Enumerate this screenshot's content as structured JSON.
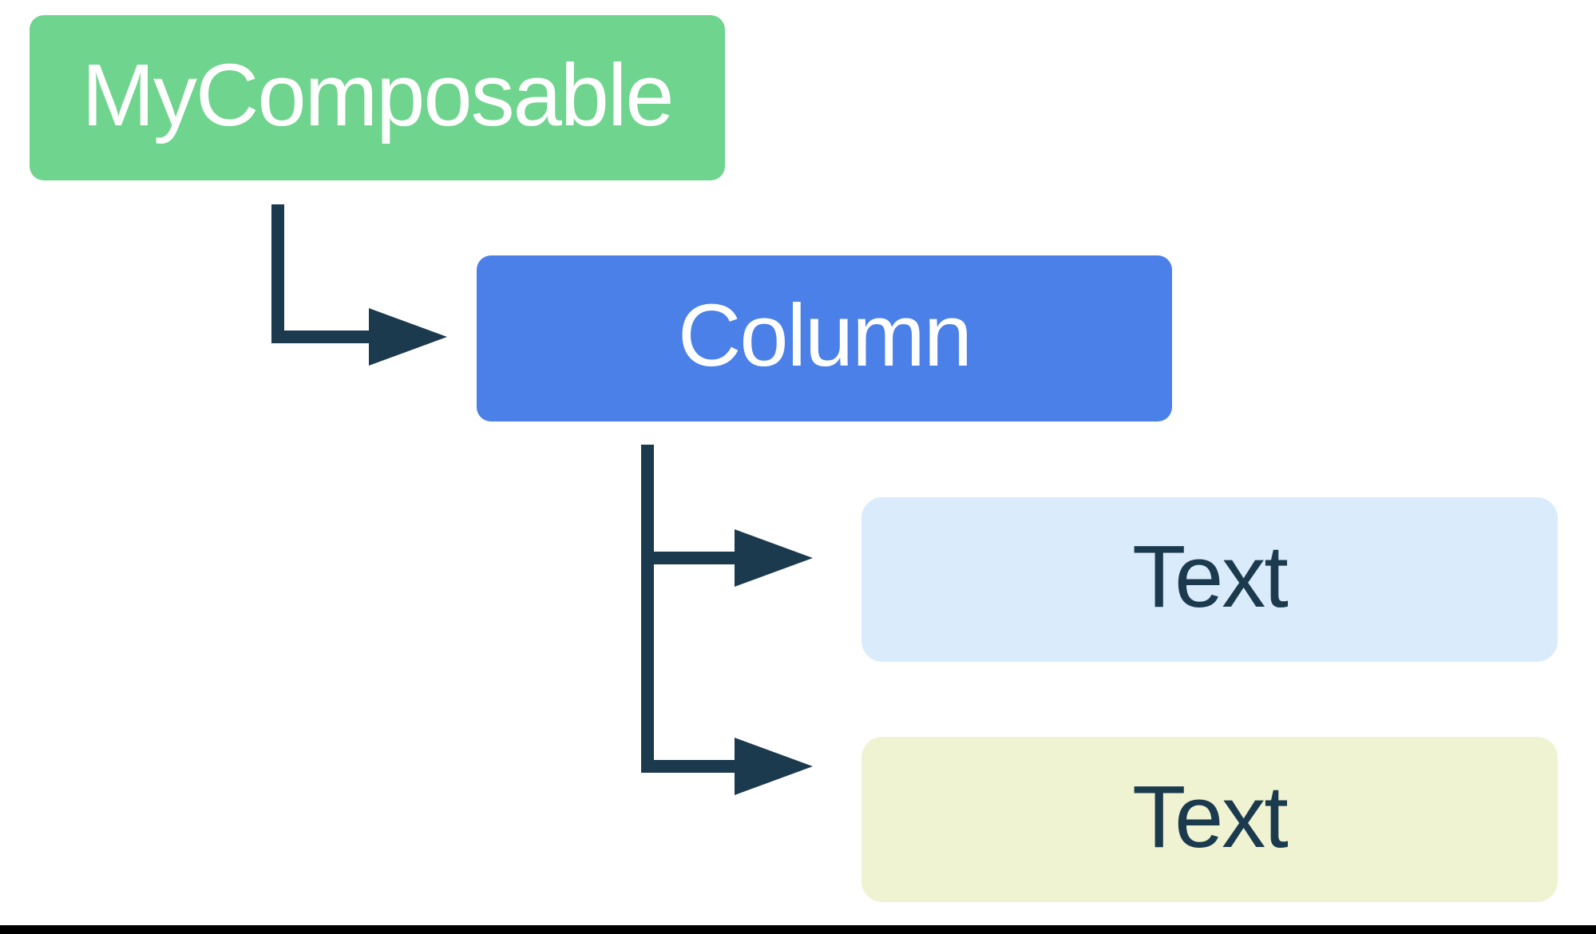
{
  "diagram": {
    "title": "composable-hierarchy-tree",
    "nodes": [
      {
        "id": "my-composable",
        "label": "MyComposable",
        "bg": "#6FD48D",
        "text_color": "#FFFFFF"
      },
      {
        "id": "column",
        "label": "Column",
        "bg": "#4A80E8",
        "text_color": "#FFFFFF"
      },
      {
        "id": "text-1",
        "label": "Text",
        "bg": "#DAEBFC",
        "text_color": "#1B3A4E"
      },
      {
        "id": "text-2",
        "label": "Text",
        "bg": "#EFF3D1",
        "text_color": "#1B3A4E"
      }
    ],
    "edges": [
      {
        "from": "my-composable",
        "to": "column"
      },
      {
        "from": "column",
        "to": "text-1"
      },
      {
        "from": "column",
        "to": "text-2"
      }
    ],
    "arrow_color": "#1B3A4E",
    "bottom_rule_color": "#000000"
  }
}
